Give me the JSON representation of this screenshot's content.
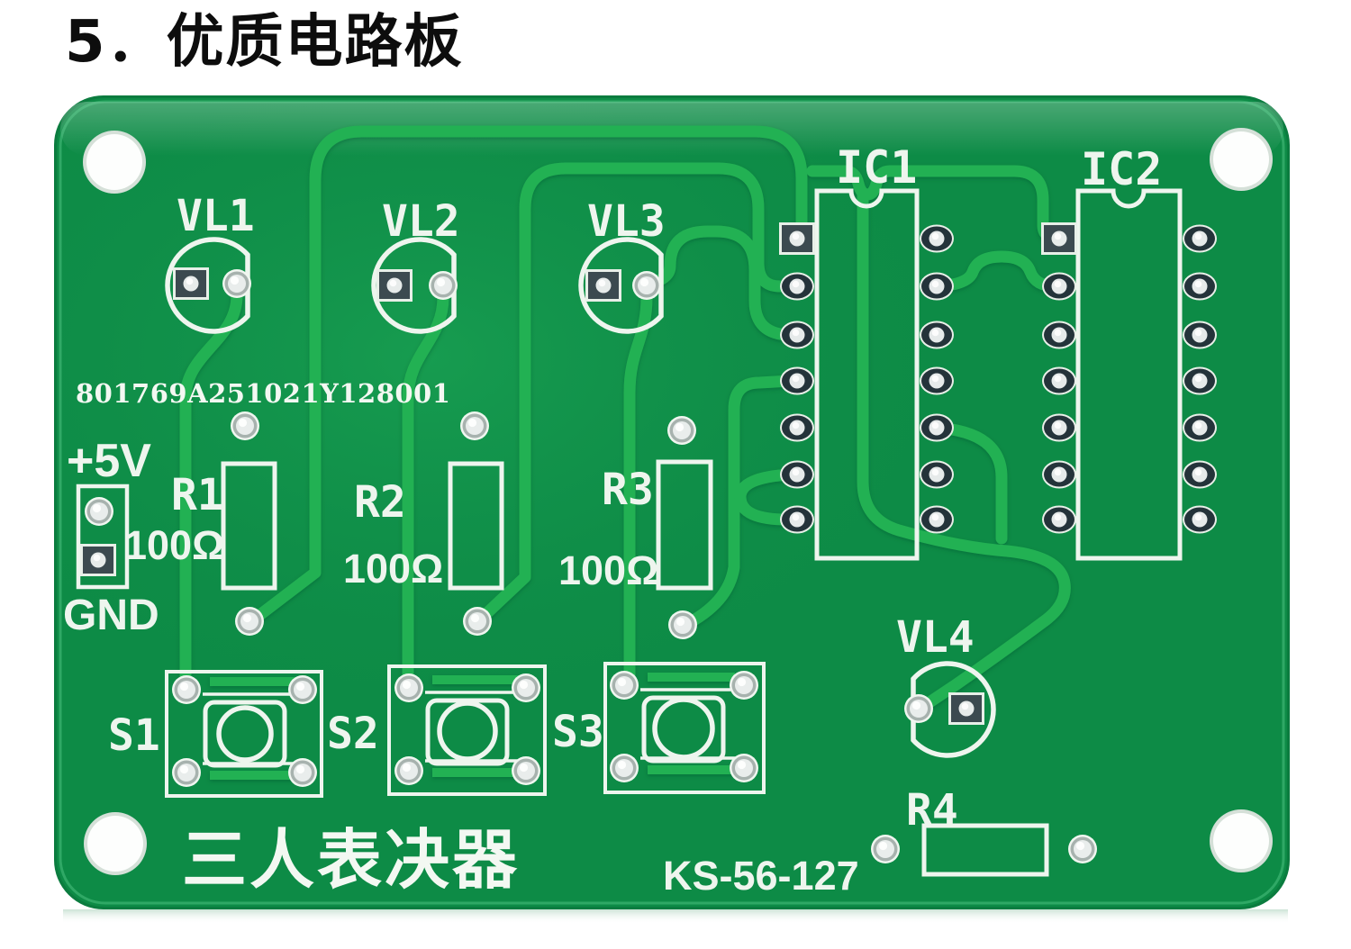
{
  "page": {
    "title": "5．优质电路板",
    "background": "#ffffff"
  },
  "board": {
    "colors": {
      "board_green": "#0d8b46",
      "trace_green": "#24b153",
      "silkscreen_white": "#eef5ee",
      "pad_silver": "#e9edec",
      "pad_ring_dark": "#24333a",
      "hole_white": "#fdfefd"
    },
    "silkscreen": {
      "serial_number": "801769A251021Y128001",
      "product_name": "三人表决器",
      "model_code": "KS-56-127",
      "power_label": "+5V",
      "ground_label": "GND"
    },
    "leds": [
      {
        "ref": "VL1"
      },
      {
        "ref": "VL2"
      },
      {
        "ref": "VL3"
      },
      {
        "ref": "VL4"
      }
    ],
    "ics": [
      {
        "ref": "IC1"
      },
      {
        "ref": "IC2"
      }
    ],
    "resistors": [
      {
        "ref": "R1",
        "value": "100Ω"
      },
      {
        "ref": "R2",
        "value": "100Ω"
      },
      {
        "ref": "R3",
        "value": "100Ω"
      },
      {
        "ref": "R4"
      }
    ],
    "switches": [
      {
        "ref": "S1"
      },
      {
        "ref": "S2"
      },
      {
        "ref": "S3"
      }
    ]
  }
}
